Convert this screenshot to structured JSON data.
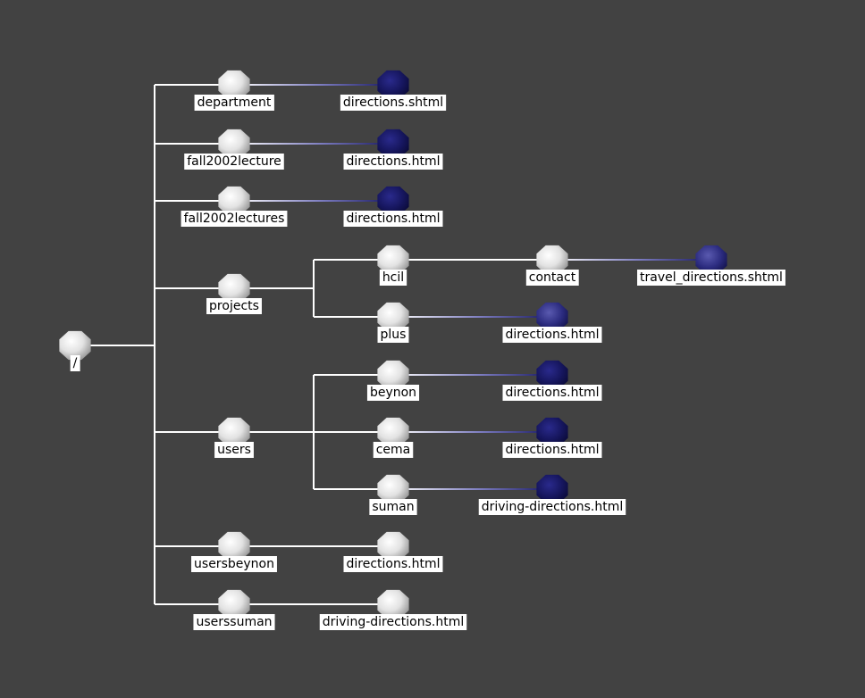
{
  "colors": {
    "background": "#424242",
    "edge": "#ffffff",
    "label_bg": "#ffffff",
    "label_text": "#000000",
    "dir_node": "#e6e6e6",
    "file_node_dark": "#12125a",
    "file_node_light": "#e6e6e6"
  },
  "nodes": [
    {
      "id": "root",
      "label": "/",
      "kind": "dir"
    },
    {
      "id": "department",
      "label": "department",
      "kind": "dir",
      "parent": "root"
    },
    {
      "id": "department_directions",
      "label": "directions.shtml",
      "kind": "file-dark",
      "parent": "department"
    },
    {
      "id": "fall2002lecture",
      "label": "fall2002lecture",
      "kind": "dir",
      "parent": "root"
    },
    {
      "id": "fall2002lecture_directions",
      "label": "directions.html",
      "kind": "file-dark",
      "parent": "fall2002lecture"
    },
    {
      "id": "fall2002lectures",
      "label": "fall2002lectures",
      "kind": "dir",
      "parent": "root"
    },
    {
      "id": "fall2002lectures_directions",
      "label": "directions.html",
      "kind": "file-dark",
      "parent": "fall2002lectures"
    },
    {
      "id": "projects",
      "label": "projects",
      "kind": "dir",
      "parent": "root"
    },
    {
      "id": "hcil",
      "label": "hcil",
      "kind": "dir",
      "parent": "projects"
    },
    {
      "id": "contact",
      "label": "contact",
      "kind": "dir",
      "parent": "hcil"
    },
    {
      "id": "travel_directions",
      "label": "travel_directions.shtml",
      "kind": "file-dark",
      "parent": "contact"
    },
    {
      "id": "plus",
      "label": "plus",
      "kind": "dir",
      "parent": "projects"
    },
    {
      "id": "plus_directions",
      "label": "directions.html",
      "kind": "file-dark",
      "parent": "plus"
    },
    {
      "id": "users",
      "label": "users",
      "kind": "dir",
      "parent": "root"
    },
    {
      "id": "beynon",
      "label": "beynon",
      "kind": "dir",
      "parent": "users"
    },
    {
      "id": "beynon_directions",
      "label": "directions.html",
      "kind": "file-dark",
      "parent": "beynon"
    },
    {
      "id": "cema",
      "label": "cema",
      "kind": "dir",
      "parent": "users"
    },
    {
      "id": "cema_directions",
      "label": "directions.html",
      "kind": "file-dark",
      "parent": "cema"
    },
    {
      "id": "suman",
      "label": "suman",
      "kind": "dir",
      "parent": "users"
    },
    {
      "id": "suman_driving",
      "label": "driving-directions.html",
      "kind": "file-dark",
      "parent": "suman"
    },
    {
      "id": "usersbeynon",
      "label": "usersbeynon",
      "kind": "dir",
      "parent": "root"
    },
    {
      "id": "usersbeynon_directions",
      "label": "directions.html",
      "kind": "file-light",
      "parent": "usersbeynon"
    },
    {
      "id": "userssuman",
      "label": "userssuman",
      "kind": "dir",
      "parent": "root"
    },
    {
      "id": "userssuman_driving",
      "label": "driving-directions.html",
      "kind": "file-light",
      "parent": "userssuman"
    }
  ]
}
